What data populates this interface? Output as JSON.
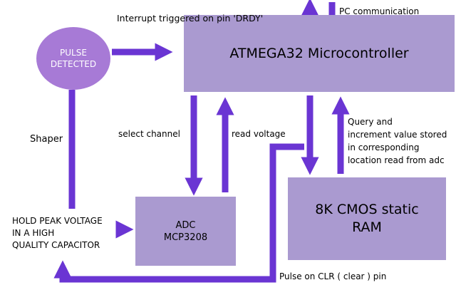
{
  "blocks": {
    "mcu": "ATMEGA32 Microcontroller",
    "adc": "ADC\nMCP3208",
    "ram": "8K CMOS static\nRAM",
    "pulse": "PULSE\nDETECTED"
  },
  "labels": {
    "interrupt": "Interrupt triggered on pin 'DRDY'",
    "pc_comm": "PC communication",
    "select_channel": "select channel",
    "read_voltage": "read voltage",
    "shaper": "Shaper",
    "hold_peak": "HOLD PEAK VOLTAGE\nIN A HIGH\nQUALITY CAPACITOR",
    "query": "Query and\nincrement value stored\nin corresponding\nlocation read from adc",
    "clr": "Pulse on CLR ( clear ) pin"
  },
  "colors": {
    "arrow": "#6a35d3",
    "block": "#aa9ad0",
    "pulse": "#a77ad6"
  }
}
